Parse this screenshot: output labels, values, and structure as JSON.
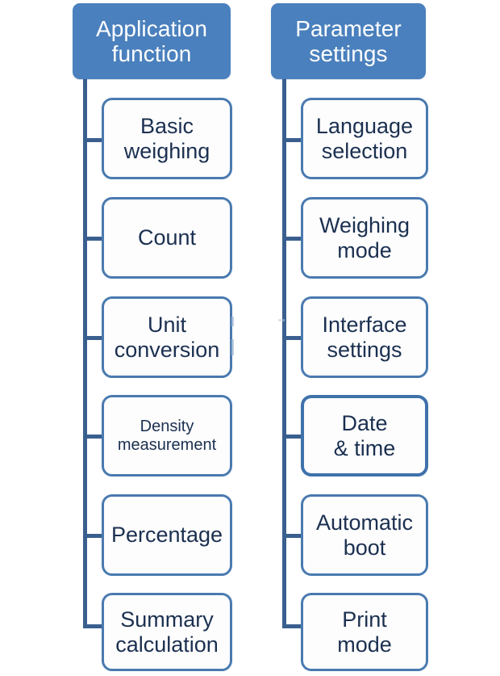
{
  "diagram": {
    "type": "tree-hierarchy",
    "orientation": "two-column-vertical-tree",
    "background_color": "#ffffff",
    "colors": {
      "root_fill": "#4a80bd",
      "root_text": "#ffffff",
      "child_fill": "#fdfdfe",
      "child_border": "#4a7ab0",
      "child_text": "#1b3050",
      "connector_line": "#3a5f8f"
    },
    "columns": [
      {
        "id": "application-function",
        "root": {
          "label": "Application\nfunction",
          "line1": "Application",
          "line2": "function"
        },
        "children": [
          {
            "id": "basic-weighing",
            "line1": "Basic",
            "line2": "weighing"
          },
          {
            "id": "count",
            "line1": "Count",
            "line2": ""
          },
          {
            "id": "unit-conversion",
            "line1": "Unit",
            "line2": "conversion"
          },
          {
            "id": "density-measurement",
            "line1": "Density",
            "line2": "measurement"
          },
          {
            "id": "percentage",
            "line1": "Percentage",
            "line2": ""
          },
          {
            "id": "summary-calculation",
            "line1": "Summary",
            "line2": "calculation"
          }
        ]
      },
      {
        "id": "parameter-settings",
        "root": {
          "label": "Parameter\nsettings",
          "line1": "Parameter",
          "line2": "settings"
        },
        "children": [
          {
            "id": "language-selection",
            "line1": "Language",
            "line2": "selection"
          },
          {
            "id": "weighing-mode",
            "line1": "Weighing",
            "line2": "mode"
          },
          {
            "id": "interface-settings",
            "line1": "Interface",
            "line2": "settings"
          },
          {
            "id": "date-and-time",
            "line1": "Date",
            "line2": "& time"
          },
          {
            "id": "automatic-boot",
            "line1": "Automatic",
            "line2": "boot"
          },
          {
            "id": "print-mode",
            "line1": "Print",
            "line2": "mode"
          }
        ]
      }
    ]
  }
}
